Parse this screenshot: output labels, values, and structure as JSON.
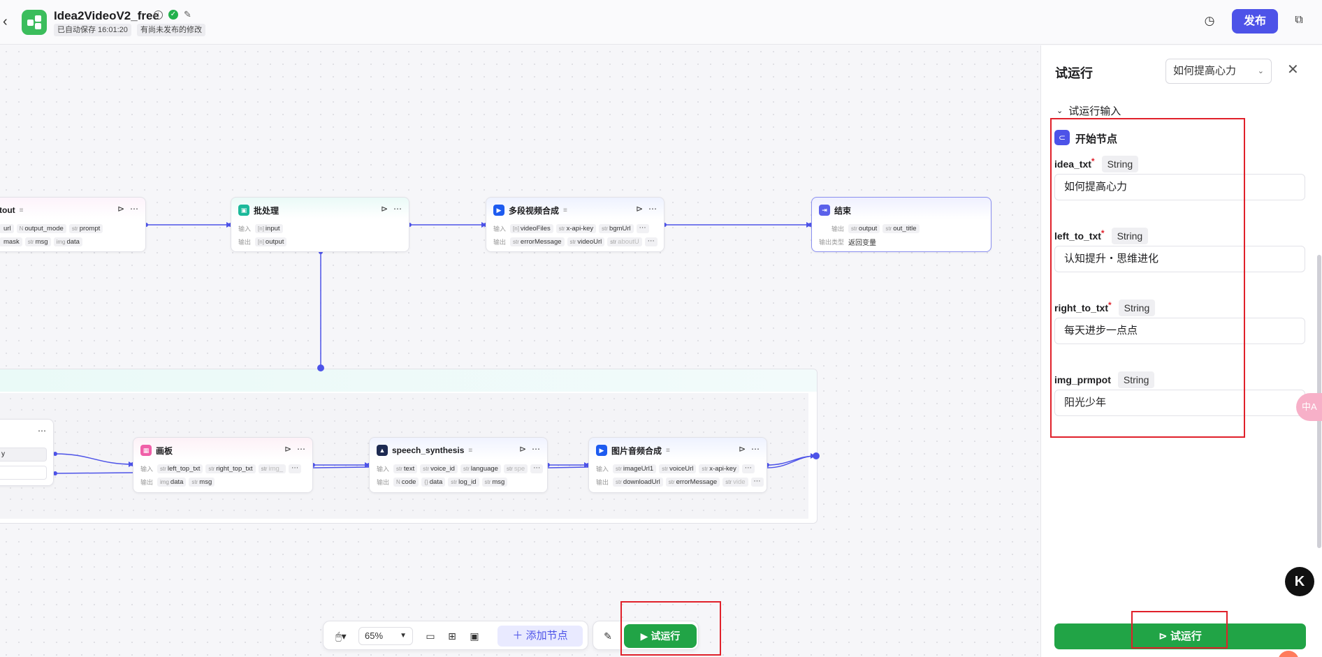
{
  "header": {
    "back_icon": "chevron-left-icon",
    "title": "Idea2VideoV2_free",
    "saved_tag": "已自动保存 16:01:20",
    "unpublished_tag": "有尚未发布的修改",
    "publish_label": "发布"
  },
  "nodes": {
    "output_node": {
      "title": "tout",
      "in_chips": [
        "url",
        "output_mode",
        "prompt"
      ],
      "in_types": [
        "",
        "N",
        "str"
      ],
      "out_chips": [
        "mask",
        "msg",
        "data"
      ],
      "out_types": [
        "",
        "str",
        "img"
      ]
    },
    "batch": {
      "title": "批处理",
      "in_label": "输入",
      "in_chip": "input",
      "in_type": "[n]",
      "out_label": "输出",
      "out_chip": "output",
      "out_type": "[n]"
    },
    "multi_video": {
      "title": "多段视频合成",
      "in_label": "输入",
      "in_chips": [
        "videoFiles",
        "x-api-key",
        "bgmUrl"
      ],
      "in_types": [
        "[n]",
        "str",
        "str"
      ],
      "out_label": "输出",
      "out_chips": [
        "errorMessage",
        "videoUrl",
        "aboutU"
      ],
      "out_types": [
        "str",
        "str",
        "str"
      ]
    },
    "end": {
      "title": "结束",
      "out_label": "输出",
      "out_chips": [
        "output",
        "out_title"
      ],
      "out_types": [
        "str",
        "str"
      ],
      "return_label": "输出类型",
      "return_value": "返回变量"
    },
    "board": {
      "title": "画板",
      "in_label": "输入",
      "in_chips": [
        "left_top_txt",
        "right_top_txt",
        "img_"
      ],
      "in_types": [
        "str",
        "str",
        "str"
      ],
      "out_label": "输出",
      "out_chips": [
        "data",
        "msg"
      ],
      "out_types": [
        "img",
        "str"
      ]
    },
    "speech": {
      "title": "speech_synthesis",
      "in_label": "输入",
      "in_chips": [
        "text",
        "voice_id",
        "language",
        "spe"
      ],
      "in_types": [
        "str",
        "str",
        "str",
        "str"
      ],
      "out_label": "输出",
      "out_chips": [
        "code",
        "data",
        "log_id",
        "msg"
      ],
      "out_types": [
        "N",
        "{}",
        "str",
        "str"
      ]
    },
    "image_audio": {
      "title": "图片音频合成",
      "in_label": "输入",
      "in_chips": [
        "imageUrl1",
        "voiceUrl",
        "x-api-key"
      ],
      "in_types": [
        "str",
        "str",
        "str"
      ],
      "out_label": "输出",
      "out_chips": [
        "downloadUrl",
        "errorMessage",
        "vide"
      ],
      "out_types": [
        "str",
        "str",
        "str"
      ]
    },
    "left_partial": {
      "field1": "y"
    }
  },
  "toolbar": {
    "zoom": "65%",
    "add_node": "添加节点",
    "run": "试运行"
  },
  "panel": {
    "title": "试运行",
    "select_value": "如何提高心力",
    "section": "试运行输入",
    "start_node": "开始节点",
    "fields": [
      {
        "name": "idea_txt",
        "type": "String",
        "value": "如何提高心力"
      },
      {
        "name": "left_to_txt",
        "type": "String",
        "value": "认知提升・思维进化"
      },
      {
        "name": "right_to_txt",
        "type": "String",
        "value": "每天进步一点点"
      },
      {
        "name": "img_prmpot",
        "type": "String",
        "value": "阳光少年"
      }
    ],
    "run_label": "试运行"
  },
  "colors": {
    "brand": "#4d53e8",
    "run_green": "#21a446",
    "annotation_red": "#e0202a",
    "logo_green": "#3bbd5c"
  }
}
